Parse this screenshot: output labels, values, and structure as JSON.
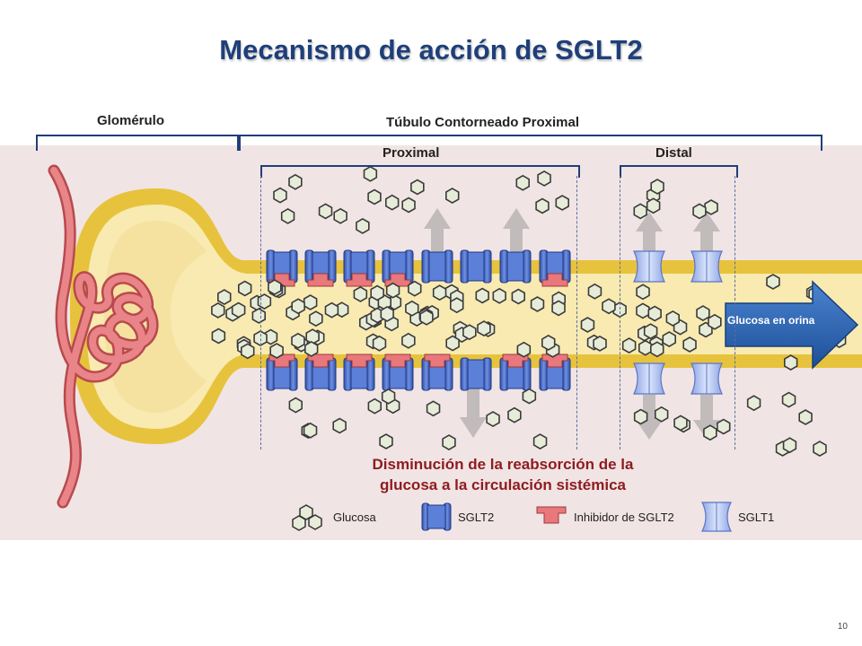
{
  "title": "Mecanismo de acción de SGLT2",
  "labels": {
    "glomerulo": "Glomérulo",
    "tubulo": "Túbulo Contorneado Proximal",
    "proximal": "Proximal",
    "distal": "Distal",
    "glucosa_orina": "Glucosa en orina"
  },
  "caption": {
    "line1": "Disminución de la reabsorción de la",
    "line2": "glucosa a la circulación sistémica"
  },
  "legend": {
    "glucosa": "Glucosa",
    "sglt2": "SGLT2",
    "inhibidor": "Inhibidor de SGLT2",
    "sglt1": "SGLT1"
  },
  "page_number": "10",
  "colors": {
    "title": "#1f3f7a",
    "caption": "#8e1b1f",
    "tubule_fill": "#f8eab0",
    "tubule_wall": "#e7c33d",
    "background_tissue": "#f1e3e3",
    "sglt2": "#4a6cc9",
    "inhibitor": "#e8787b",
    "sglt1": "#a7bdf0",
    "glucose_fill": "#e6ecd8",
    "vessel": "#d9696c",
    "arrow": "#2a62b0"
  },
  "icons": {
    "glucose": "hexagon-icon",
    "transporter_sglt2": "sglt2-transporter-icon",
    "inhibitor": "inhibitor-icon",
    "transporter_sglt1": "sglt1-transporter-icon"
  }
}
